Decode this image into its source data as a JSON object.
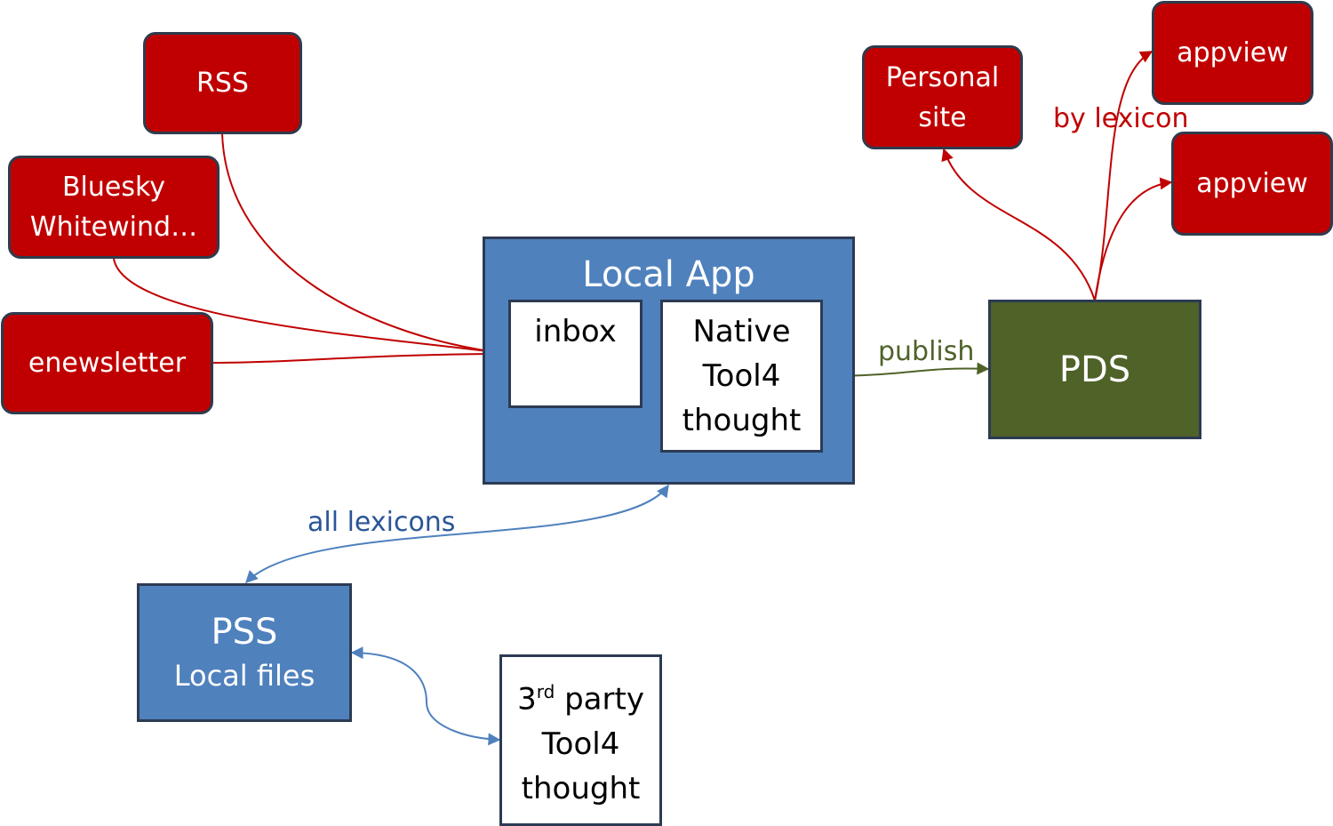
{
  "sources": {
    "rss": "RSS",
    "bluesky": [
      "Bluesky",
      "Whitewind…"
    ],
    "enewsletter": "enewsletter"
  },
  "local_app": {
    "title": "Local App",
    "inbox": "inbox",
    "native_tool": [
      "Native",
      "Tool4",
      "thought"
    ]
  },
  "pds": "PDS",
  "outputs": {
    "personal_site": [
      "Personal",
      "site"
    ],
    "appview_1": "appview",
    "appview_2": "appview"
  },
  "pss": {
    "title": "PSS",
    "subtitle": "Local files"
  },
  "third_party": {
    "base": "3",
    "sup": "rd",
    "rest": " party",
    "lines": [
      "Tool4",
      "thought"
    ]
  },
  "labels": {
    "publish": "publish",
    "by_lexicon": "by lexicon",
    "all_lexicons": "all lexicons"
  },
  "colors": {
    "source_red": "#c00000",
    "app_blue": "#4f81bd",
    "pds_green": "#4f6228",
    "publish_label": "#4f6228",
    "lexicons_label": "#2a5597",
    "by_lexicon_label": "#c00000"
  }
}
